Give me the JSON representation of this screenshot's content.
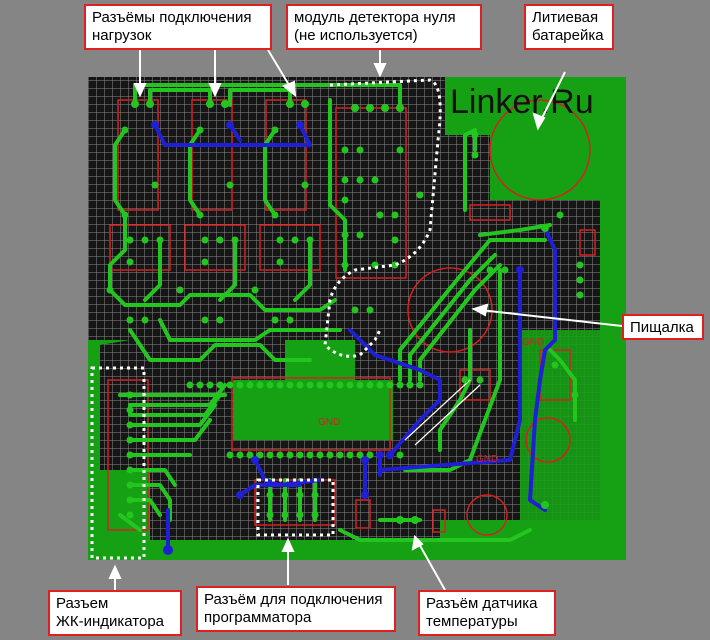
{
  "logo": "Linker.Ru",
  "colors": {
    "background": "#858585",
    "board": "#16a014",
    "trace_green": "#22c61e",
    "trace_blue": "#1f1fd6",
    "silkscreen": "#d62020",
    "grid": "#8a8a8a",
    "callout_border": "#e02020",
    "marker": "#ffffff"
  },
  "gnd_labels": [
    "GND",
    "GND",
    "GND"
  ],
  "callouts": {
    "load_connectors": "Разъёмы подключения\nнагрузок",
    "zero_detector": "модуль детектора нуля\n(не используется)",
    "battery": "Литиевая\nбатарейка",
    "buzzer": "Пищалка",
    "lcd_connector": "Разъем\nЖК-индикатора",
    "programmer_connector": "Разъём для подключения\nпрограмматора",
    "temp_sensor_connector": "Разъём датчика\nтемпературы"
  }
}
